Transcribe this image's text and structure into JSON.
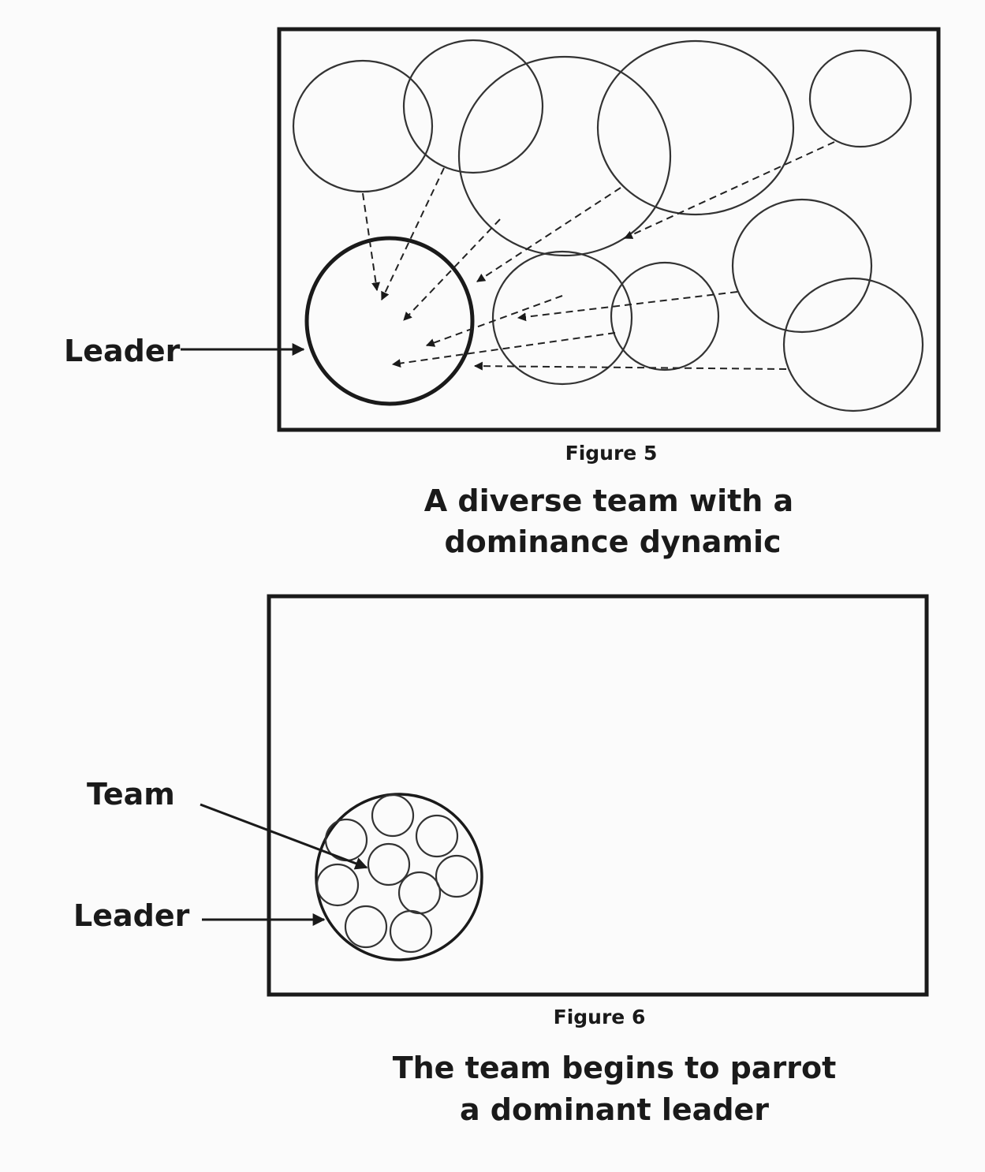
{
  "figure5": {
    "number": "Figure 5",
    "caption_line1": "A diverse team with a",
    "caption_line2": "dominance dynamic",
    "leader_label": "Leader"
  },
  "figure6": {
    "number": "Figure 6",
    "caption_line1": "The team begins to parrot",
    "caption_line2": "a dominant leader",
    "team_label": "Team",
    "leader_label": "Leader"
  }
}
